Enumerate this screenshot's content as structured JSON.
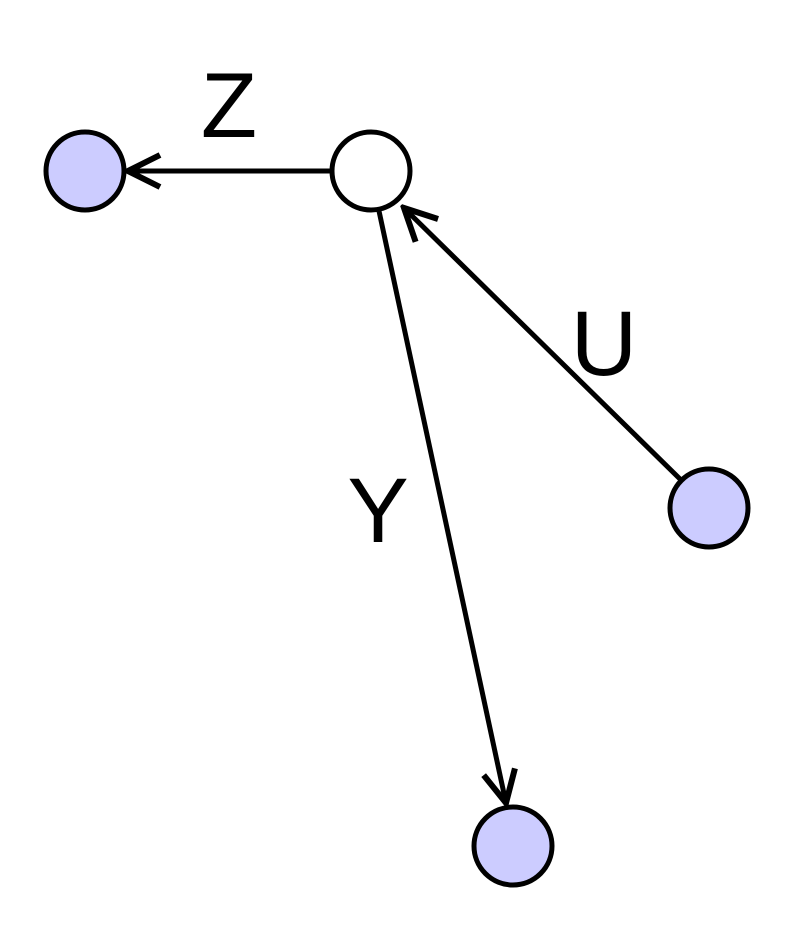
{
  "colors": {
    "node_fill_blue": "#ccccff",
    "node_fill_white": "#ffffff",
    "stroke": "#000000"
  },
  "nodes": [
    {
      "id": "center",
      "style": "white"
    },
    {
      "id": "left",
      "style": "blue"
    },
    {
      "id": "right",
      "style": "blue"
    },
    {
      "id": "bottom",
      "style": "blue"
    }
  ],
  "edges": [
    {
      "from": "center",
      "to": "left",
      "label": "Z"
    },
    {
      "from": "right",
      "to": "center",
      "label": "U"
    },
    {
      "from": "center",
      "to": "bottom",
      "label": "Y"
    }
  ]
}
